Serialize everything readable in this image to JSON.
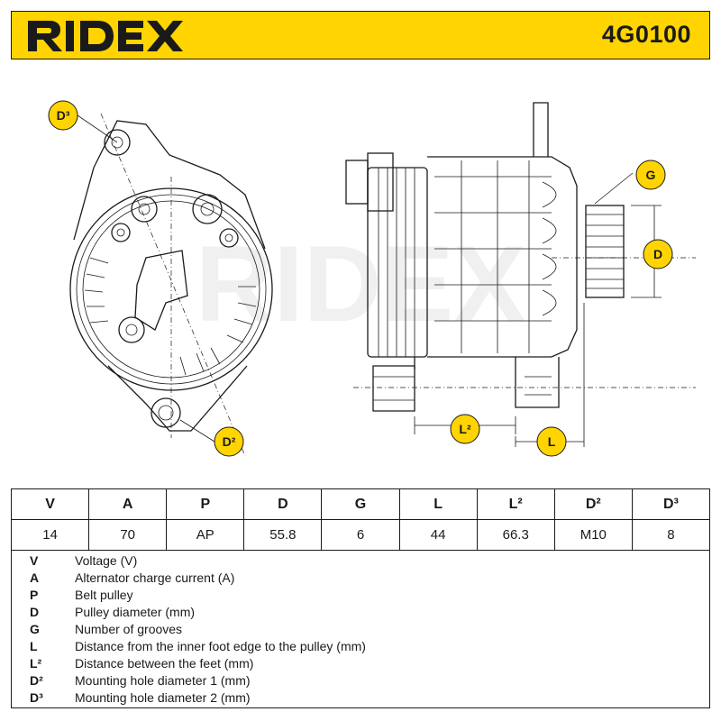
{
  "brand": "RIDEX",
  "part_number": "4G0100",
  "drawing_labels": {
    "d3": "D³",
    "g": "G",
    "d": "D",
    "l2": "L²",
    "l": "L",
    "d2": "D²"
  },
  "spec_table": {
    "headers": [
      "V",
      "A",
      "P",
      "D",
      "G",
      "L",
      "L²",
      "D²",
      "D³"
    ],
    "values": [
      "14",
      "70",
      "AP",
      "55.8",
      "6",
      "44",
      "66.3",
      "M10",
      "8"
    ]
  },
  "legend": [
    {
      "code": "V",
      "description": "Voltage (V)"
    },
    {
      "code": "A",
      "description": "Alternator charge current (A)"
    },
    {
      "code": "P",
      "description": "Belt pulley"
    },
    {
      "code": "D",
      "description": "Pulley diameter (mm)"
    },
    {
      "code": "G",
      "description": "Number of grooves"
    },
    {
      "code": "L",
      "description": "Distance from the inner foot edge to the pulley (mm)"
    },
    {
      "code": "L²",
      "description": "Distance between the feet (mm)"
    },
    {
      "code": "D²",
      "description": "Mounting hole diameter 1 (mm)"
    },
    {
      "code": "D³",
      "description": "Mounting hole diameter 2 (mm)"
    }
  ],
  "colors": {
    "accent": "#ffd400",
    "ink": "#1a1a1a"
  }
}
